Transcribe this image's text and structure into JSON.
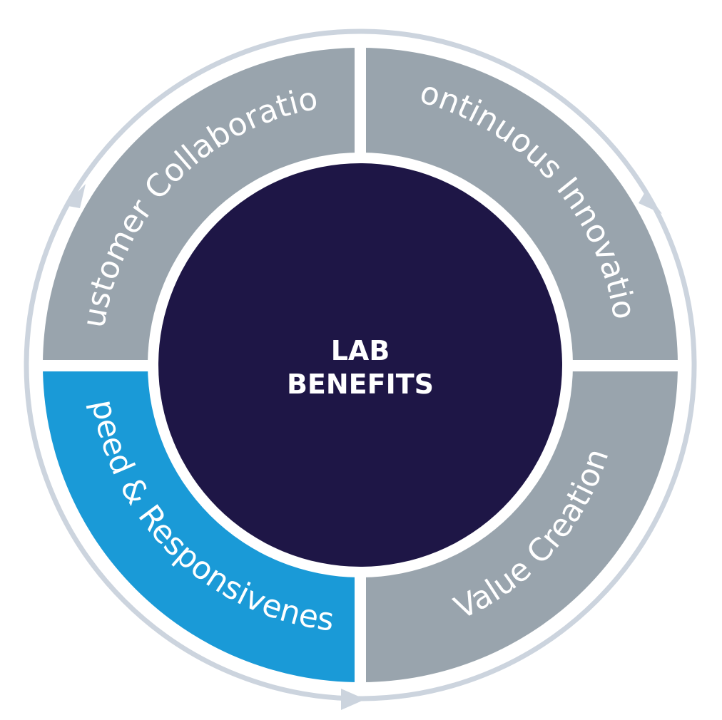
{
  "center": {
    "line1": "LAB",
    "line2": "BENEFITS",
    "color": "#1e1646"
  },
  "segments": {
    "customer_collaboration": {
      "label": "Customer Collaboration",
      "color": "#99a4ad"
    },
    "continuous_innovation": {
      "label": "Continuous Innovation",
      "color": "#99a4ad"
    },
    "value_creation": {
      "label": "Value Creation",
      "color": "#99a4ad"
    },
    "speed_responsiveness": {
      "label": "Speed & Responsiveness",
      "color": "#1a9ad7"
    }
  },
  "outer_ring_color": "#ccd4de"
}
